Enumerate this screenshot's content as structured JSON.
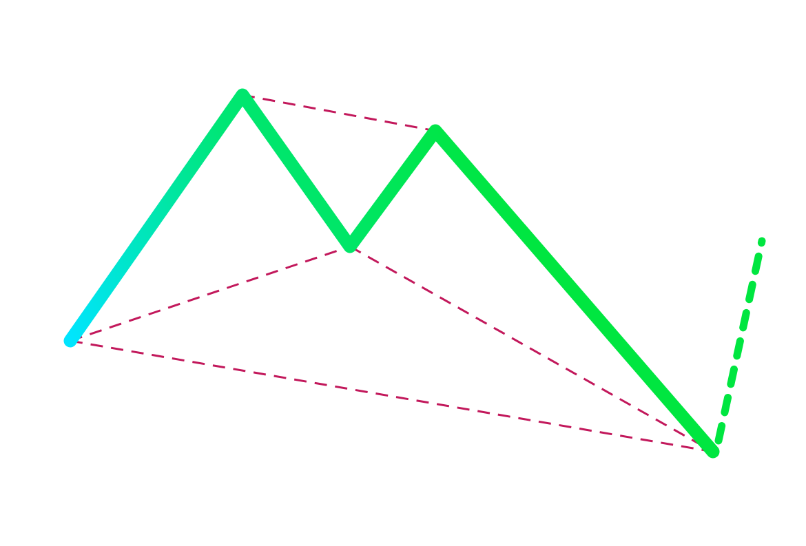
{
  "diagram": {
    "background_color": "#ffffff",
    "zigzag_gradient": [
      "#00e5ff",
      "#00e676",
      "#00e640"
    ],
    "dashed_connector_color": "#c2185b",
    "projection_color": "#00e640",
    "pivot_points": [
      "start",
      "peak-1",
      "trough",
      "peak-2",
      "low"
    ],
    "dashed_connectors": [
      [
        "peak-1",
        "peak-2"
      ],
      [
        "start",
        "trough"
      ],
      [
        "trough",
        "low"
      ],
      [
        "start",
        "low"
      ]
    ],
    "projection": {
      "from": "low",
      "direction": "up"
    }
  }
}
